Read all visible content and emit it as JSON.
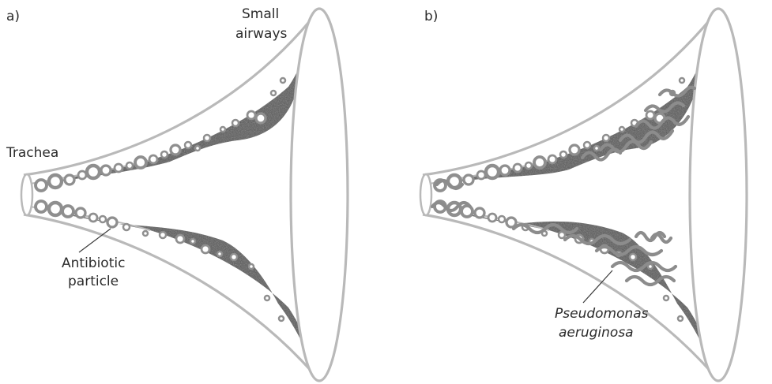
{
  "panels": [
    {
      "id": "a",
      "panel_label": "a)",
      "labels": {
        "top_line1": "Small",
        "top_line2": "airways",
        "left": "Trachea",
        "callout_line1": "Antibiotic",
        "callout_line2": "particle"
      }
    },
    {
      "id": "b",
      "panel_label": "b)",
      "labels": {
        "callout_line1": "Pseudomonas",
        "callout_line2": "aeruginosa"
      }
    }
  ],
  "colors": {
    "outline": "#b9b9b9",
    "mucus": "#555555",
    "mucus_dark": "#4a4a4a",
    "particle_ring": "#8f8f8f",
    "particle_core": "#ffffff",
    "bacteria": "#8c8c8c",
    "text": "#2b2b2b"
  }
}
